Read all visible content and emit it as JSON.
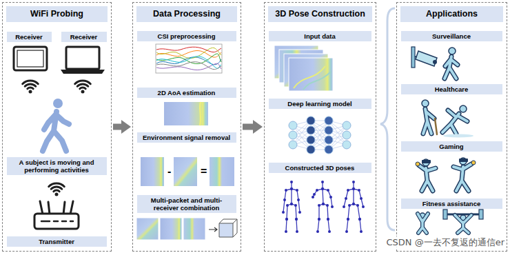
{
  "diagram": {
    "nodes": [
      {
        "text": [
          "WiFi Probing"
        ]
      },
      {
        "text": [
          "Receiver"
        ],
        "in": 0
      },
      {
        "text": [
          "Receiver"
        ],
        "in": 0
      },
      {
        "text": [
          "A subject is moving and performing activities"
        ],
        "in": 0
      },
      {
        "text": [
          "Transmitter"
        ],
        "in": 0
      },
      {
        "text": [
          "Data Processing"
        ]
      },
      {
        "text": [
          "CSI preprocessing"
        ],
        "in": 5
      },
      {
        "text": [
          "2D AoA estimation"
        ],
        "in": 5
      },
      {
        "text": [
          "Environment signal removal"
        ],
        "in": 5
      },
      {
        "text": [
          "Multi-packet and multi-receiver combination"
        ],
        "in": 5
      },
      {
        "text": [
          "3D Pose Construction"
        ]
      },
      {
        "text": [
          "Input data"
        ],
        "in": 10
      },
      {
        "text": [
          "Deep learning model"
        ],
        "in": 10
      },
      {
        "text": [
          "Constructed 3D poses"
        ],
        "in": 10
      },
      {
        "text": [
          "Applications"
        ]
      },
      {
        "text": [
          "Surveillance"
        ],
        "in": 14
      },
      {
        "text": [
          "Healthcare"
        ],
        "in": 14
      },
      {
        "text": [
          "Gaming"
        ],
        "in": 14
      },
      {
        "text": [
          "Fitness assistance"
        ],
        "in": 14
      }
    ],
    "edges": [
      {
        "from": 0,
        "to": 5,
        "arrow": "to"
      },
      {
        "from": 5,
        "to": 10,
        "arrow": "to"
      }
    ],
    "labels": [
      "-",
      "=",
      "CSDN @一去不复返的通信er"
    ]
  }
}
